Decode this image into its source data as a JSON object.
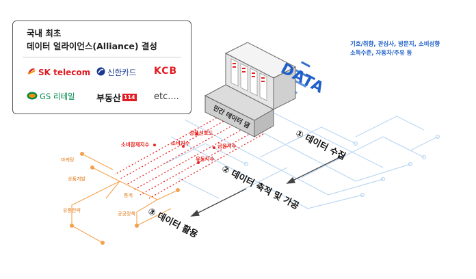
{
  "alliance": {
    "title_line1": "국내 최초",
    "title_line2": "데이터 얼라이언스(Alliance) 결성",
    "logos": [
      {
        "name": "SK telecom"
      },
      {
        "name": "신한카드"
      },
      {
        "name": "KCB"
      },
      {
        "name": "GS 리테일"
      },
      {
        "name": "부동산",
        "badge": "114"
      },
      {
        "name": "etc...."
      }
    ]
  },
  "data_source": {
    "word": "DATA",
    "desc_line1": "기호/취향, 관심사, 방문지, 소비성향",
    "desc_line2": "소득수준, 자동차/주유 등"
  },
  "dam_label": "민간 데이터 댐",
  "steps": [
    {
      "label": "① 데이터 수집"
    },
    {
      "label": "② 데이터 축적 및 가공"
    },
    {
      "label": "③ 데이터 활용"
    }
  ],
  "red_labels": [
    "상품선호도",
    "소비잠재지수",
    "소비지수",
    "금융지수",
    "유동지수"
  ],
  "orange_labels": [
    "마케팅",
    "상품개발",
    "통계",
    "유통전략",
    "공공정책"
  ],
  "colors": {
    "accent_blue": "#1e5fc8",
    "accent_red": "#e8231f",
    "accent_orange": "#e07b1a",
    "circuit_blue": "#bcd7f3"
  }
}
